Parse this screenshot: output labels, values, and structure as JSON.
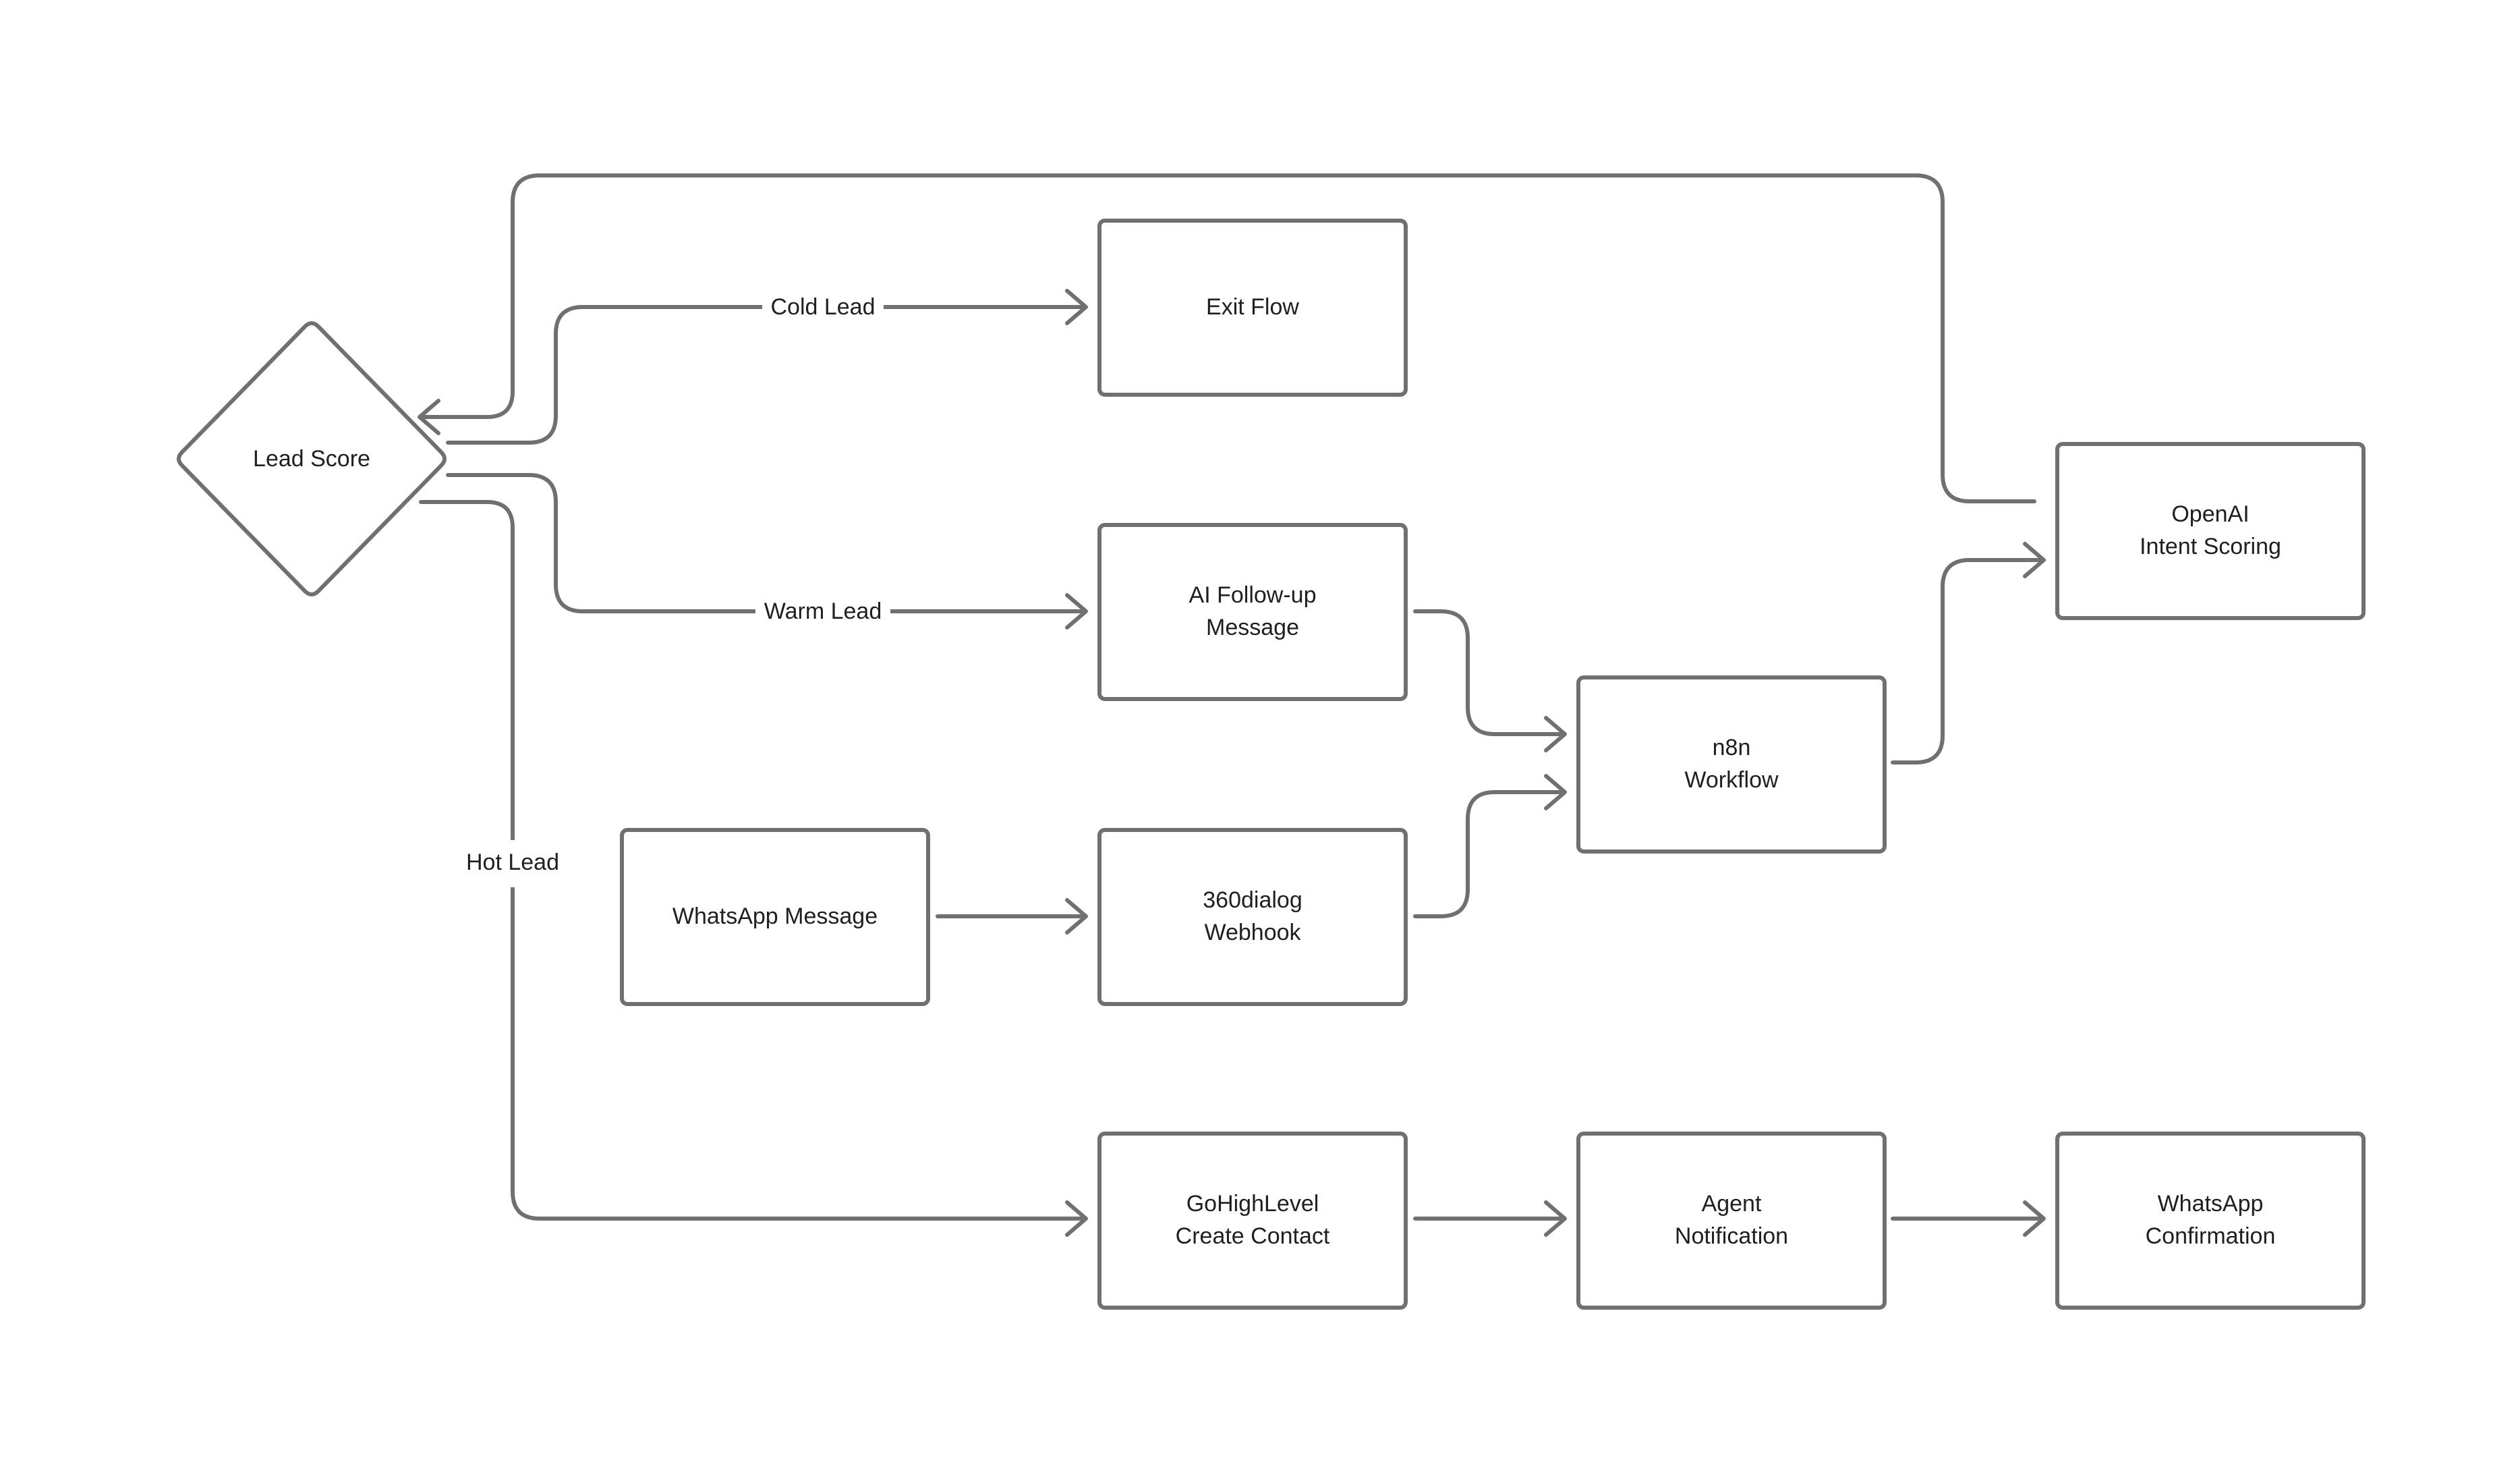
{
  "nodes": {
    "lead_score": "Lead Score",
    "exit_flow": "Exit Flow",
    "ai_followup": [
      "AI Follow-up",
      "Message"
    ],
    "whatsapp_message": "WhatsApp Message",
    "dialog_webhook": [
      "360dialog",
      "Webhook"
    ],
    "n8n_workflow": [
      "n8n",
      "Workflow"
    ],
    "openai_scoring": [
      "OpenAI",
      "Intent Scoring"
    ],
    "gohighlevel": [
      "GoHighLevel",
      "Create Contact"
    ],
    "agent_notification": [
      "Agent",
      "Notification"
    ],
    "whatsapp_confirmation": [
      "WhatsApp",
      "Confirmation"
    ]
  },
  "edges": {
    "cold_lead": "Cold Lead",
    "warm_lead": "Warm Lead",
    "hot_lead": "Hot Lead"
  },
  "colors": {
    "stroke": "#707070",
    "text": "#1f1f1f",
    "background": "#ffffff"
  }
}
